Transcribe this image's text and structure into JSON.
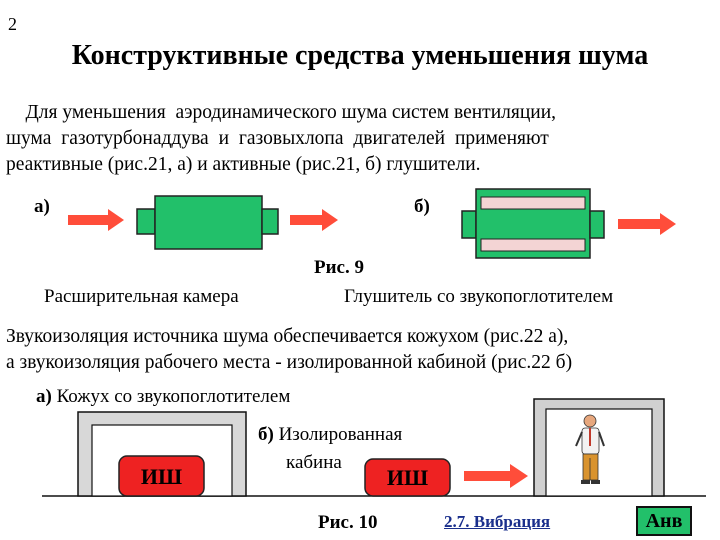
{
  "slide_number": "2",
  "title": "Конструктивные средства уменьшения шума",
  "paragraph1": {
    "line1": "    Для уменьшения  аэродинамического шума систем вентиляции,",
    "line2": "шума газотурбонаддува и газовыхлопа двигателей применяют",
    "line3": "реактивные (рис.21, а) и активные (рис.21, б) глушители."
  },
  "figure9": {
    "label_a": "а)",
    "label_b": "б)",
    "caption": "Рис. 9",
    "caption_a": "Расширительная камера",
    "caption_b": "Глушитель со звукопоглотителем"
  },
  "paragraph2": {
    "line1": "Звукоизоляция источника шума обеспечивается кожухом (рис.22 а),",
    "line2": "а звукоизоляция рабочего места - изолированной кабиной (рис.22 б)"
  },
  "figure10": {
    "label_a": "а)",
    "text_a": "Кожух со звукопоглотителем",
    "label_b": "б)",
    "text_b_line1": "Изолированная",
    "text_b_line2": "кабина",
    "source_a": "ИШ",
    "source_b": "ИШ",
    "caption": "Рис. 10"
  },
  "nav": {
    "link_text": "2.7. Вибрация",
    "button_text": "Анв"
  },
  "colors": {
    "arrow": "#ff4d3a",
    "muffler_fill": "#22c06a",
    "absorber_fill": "#f3d4d4",
    "source_fill": "#ee2222",
    "cabin_fill": "#d0d0d0"
  },
  "icons": {
    "arrow": "arrow-right-icon",
    "worker": "standing-person-icon"
  }
}
